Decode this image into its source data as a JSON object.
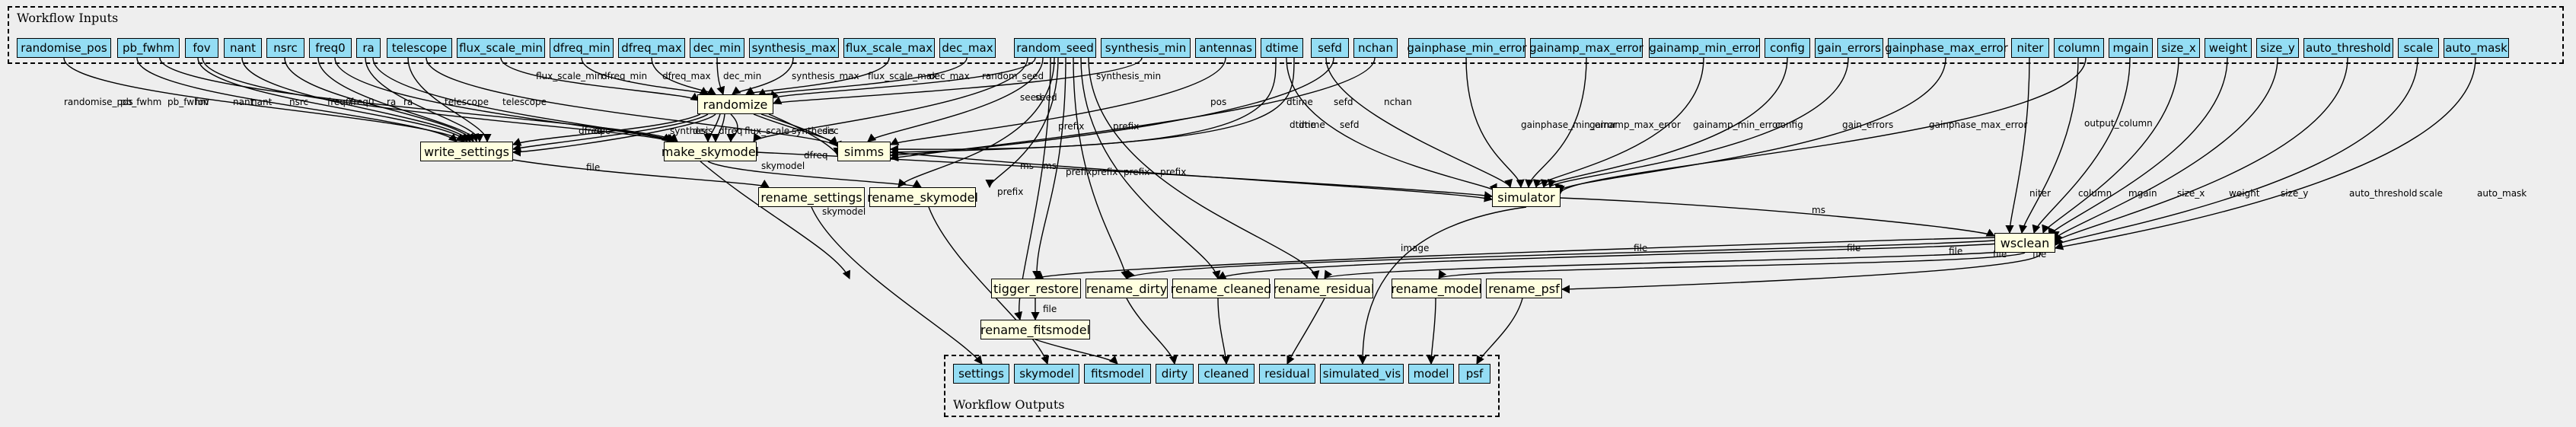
{
  "clusters": {
    "inputs_label": "Workflow Inputs",
    "outputs_label": "Workflow Outputs"
  },
  "inputs": [
    "randomise_pos",
    "pb_fwhm",
    "fov",
    "nant",
    "nsrc",
    "freq0",
    "ra",
    "telescope",
    "flux_scale_min",
    "dfreq_min",
    "dfreq_max",
    "dec_min",
    "synthesis_max",
    "flux_scale_max",
    "dec_max",
    "random_seed",
    "synthesis_min",
    "antennas",
    "dtime",
    "sefd",
    "nchan",
    "gainphase_min_error",
    "gainamp_max_error",
    "gainamp_min_error",
    "config",
    "gain_errors",
    "gainphase_max_error",
    "niter",
    "column",
    "mgain",
    "size_x",
    "weight",
    "size_y",
    "auto_threshold",
    "scale",
    "auto_mask"
  ],
  "steps": [
    "randomize",
    "write_settings",
    "make_skymodel",
    "simms",
    "simulator",
    "rename_settings",
    "rename_skymodel",
    "wsclean",
    "tigger_restore",
    "rename_dirty",
    "rename_cleaned",
    "rename_residual",
    "rename_model",
    "rename_psf",
    "rename_fitsmodel"
  ],
  "outputs": [
    "settings",
    "skymodel",
    "fitsmodel",
    "dirty",
    "cleaned",
    "residual",
    "simulated_vis",
    "model",
    "psf"
  ],
  "edge_labels": {
    "randomise_pos": "randomise_pos",
    "pb_fwhm_a": "pb_fwhm",
    "pb_fwhm_b": "pb_fwhm",
    "fov": "fov",
    "nant": "nant",
    "nsrc": "nsrc",
    "freq0_a": "freq0",
    "freq0_b": "freq0",
    "ra_a": "ra",
    "ra_b": "ra",
    "telescope_a": "telescope",
    "telescope_b": "telescope",
    "flux_scale_min": "flux_scale_min",
    "dfreq_min": "dfreq_min",
    "dfreq_max": "dfreq_max",
    "dec_min": "dec_min",
    "synthesis_max": "synthesis_max",
    "flux_scale_max": "flux_scale_max",
    "dec_max": "dec_max",
    "random_seed": "random_seed",
    "synthesis_min": "synthesis_min",
    "seed_a": "seed",
    "seed_b": "seed",
    "prefix_1": "prefix",
    "prefix_2": "prefix",
    "prefix_3": "prefix",
    "prefix_4": "prefix",
    "prefix_5": "prefix",
    "prefix_6": "prefix",
    "prefix_7": "prefix",
    "pos": "pos",
    "dtime_a": "dtime",
    "dtime_b": "dtime",
    "dtime_c": "dtime",
    "sefd_a": "sefd",
    "sefd_b": "sefd",
    "nchan": "nchan",
    "gainphase_min_error": "gainphase_min_error",
    "gainamp_max_error": "gainamp_max_error",
    "gainamp_min_error": "gainamp_min_error",
    "config": "config",
    "gain_errors": "gain_errors",
    "gainphase_max_error": "gainphase_max_error",
    "niter": "niter",
    "column": "column",
    "output_column": "output_column",
    "mgain": "mgain",
    "size_x": "size_x",
    "weight": "weight",
    "size_y": "size_y",
    "auto_threshold": "auto_threshold",
    "scale": "scale",
    "auto_mask": "auto_mask",
    "r_dfreq_a": "dfreq",
    "r_dec_a": "dec",
    "r_synthesis_a": "synthesis",
    "r_dec_b": "dec",
    "r_dfreq_b": "dfreq",
    "r_flux_scale": "flux_scale",
    "r_synthesis_b": "synthesis",
    "r_dec_c": "dec",
    "r_dfreq_c": "dfreq",
    "ws_file": "file",
    "ms_skymodel_a": "skymodel",
    "ms_skymodel_b": "skymodel",
    "ms_a": "ms",
    "ms_b": "ms",
    "ms_c": "ms",
    "image": "image",
    "file_1": "file",
    "file_2": "file",
    "file_3": "file",
    "file_4": "file",
    "file_5": "file",
    "tr_file": "file"
  }
}
